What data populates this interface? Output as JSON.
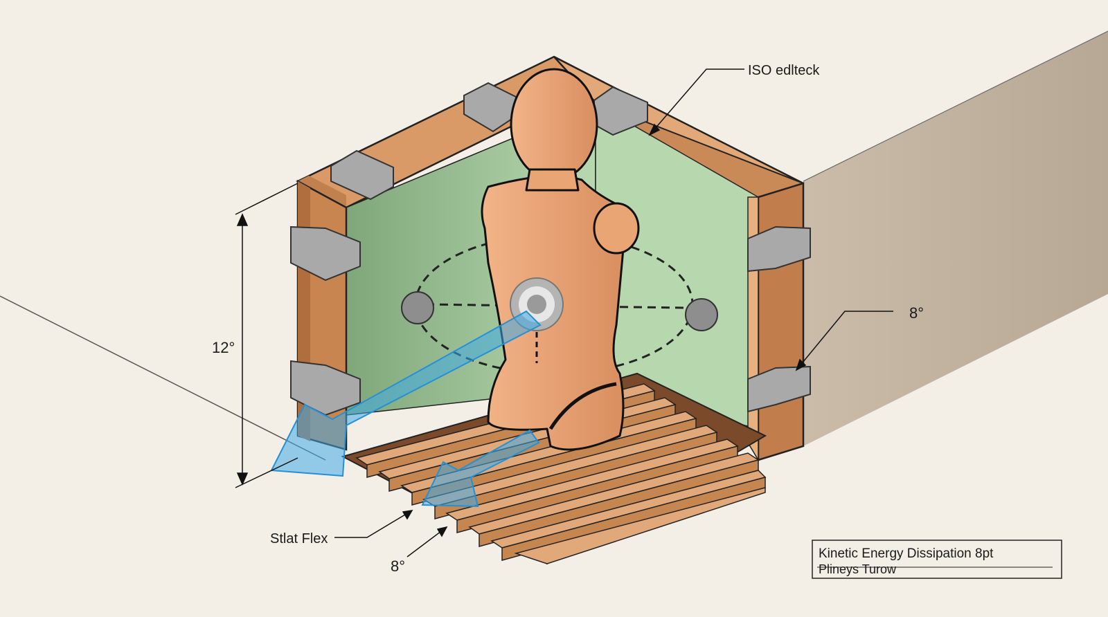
{
  "labels": {
    "top_right": "ISO edlteck",
    "right_angle": "8°",
    "left_height": "12°",
    "slat_flex": "Stlat Flex",
    "bottom_angle": "8°"
  },
  "title_block": {
    "line1": "Kinetic Energy Dissipation  8pt",
    "line2": "Plineys Turow"
  },
  "colors": {
    "background": "#f3efe6",
    "wood": "#d99a67",
    "wood_dark": "#b8774a",
    "panel_green": "#9fc59a",
    "mannequin": "#eba779",
    "bracket": "#a9a9a9",
    "force_arrow": "#3fa9e6",
    "wall_shadow": "#cdbfae"
  }
}
